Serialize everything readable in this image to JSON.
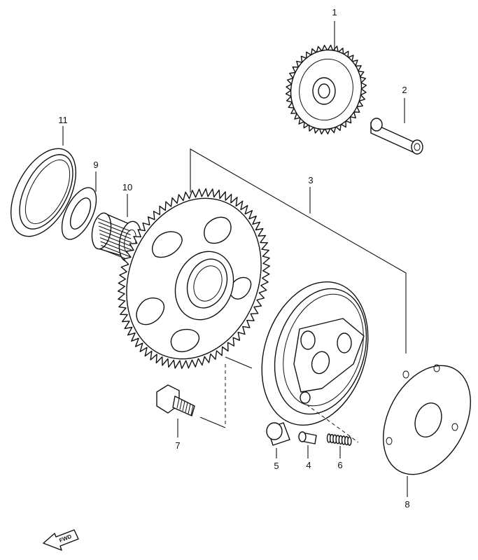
{
  "diagram": {
    "parts": [
      {
        "id": "part-1",
        "label": "1"
      },
      {
        "id": "part-2",
        "label": "2"
      },
      {
        "id": "part-3",
        "label": "3"
      },
      {
        "id": "part-4",
        "label": "4"
      },
      {
        "id": "part-5",
        "label": "5"
      },
      {
        "id": "part-6",
        "label": "6"
      },
      {
        "id": "part-7",
        "label": "7"
      },
      {
        "id": "part-8",
        "label": "8"
      },
      {
        "id": "part-9",
        "label": "9"
      },
      {
        "id": "part-10",
        "label": "10"
      },
      {
        "id": "part-11",
        "label": "11"
      }
    ],
    "direction_arrow": "FWD"
  }
}
